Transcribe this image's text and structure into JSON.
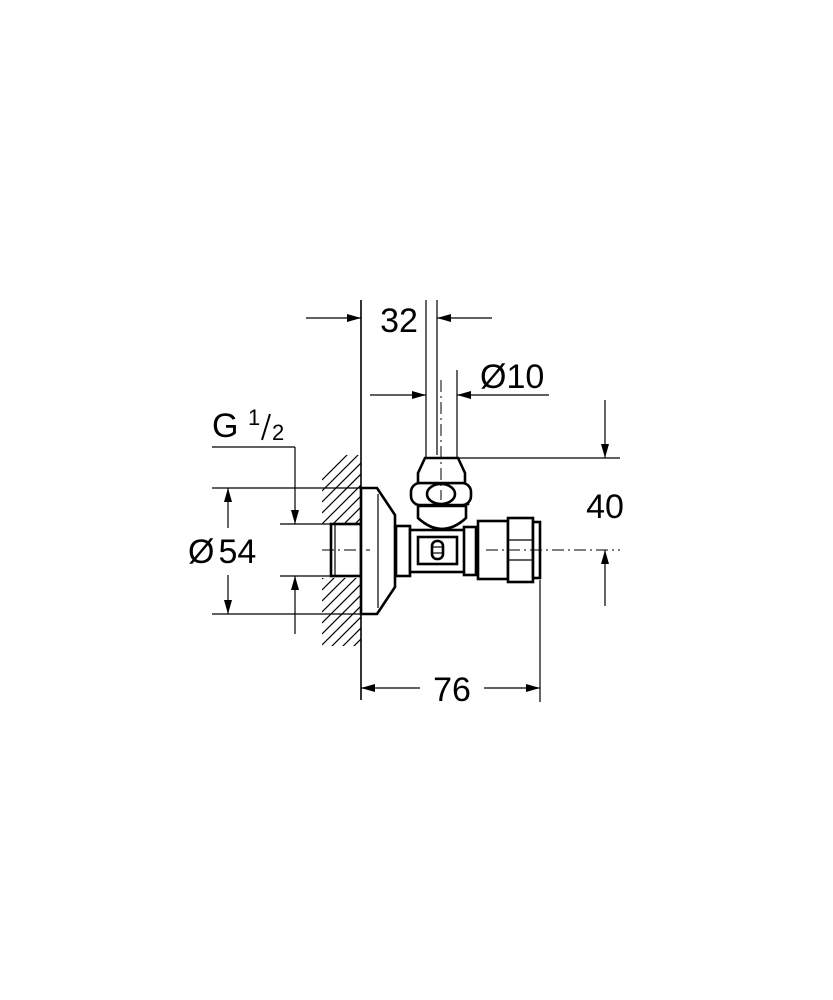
{
  "drawing": {
    "dimensions": {
      "top_offset": "32",
      "pipe_diameter_symbol": "Ø",
      "pipe_diameter_value": "10",
      "height": "40",
      "depth": "76",
      "rosette_diameter_symbol": "Ø",
      "rosette_diameter_value": "54",
      "thread_letter": "G",
      "thread_numerator": "1",
      "thread_denominator": "2"
    },
    "colors": {
      "line": "#000000",
      "background": "#ffffff"
    }
  }
}
